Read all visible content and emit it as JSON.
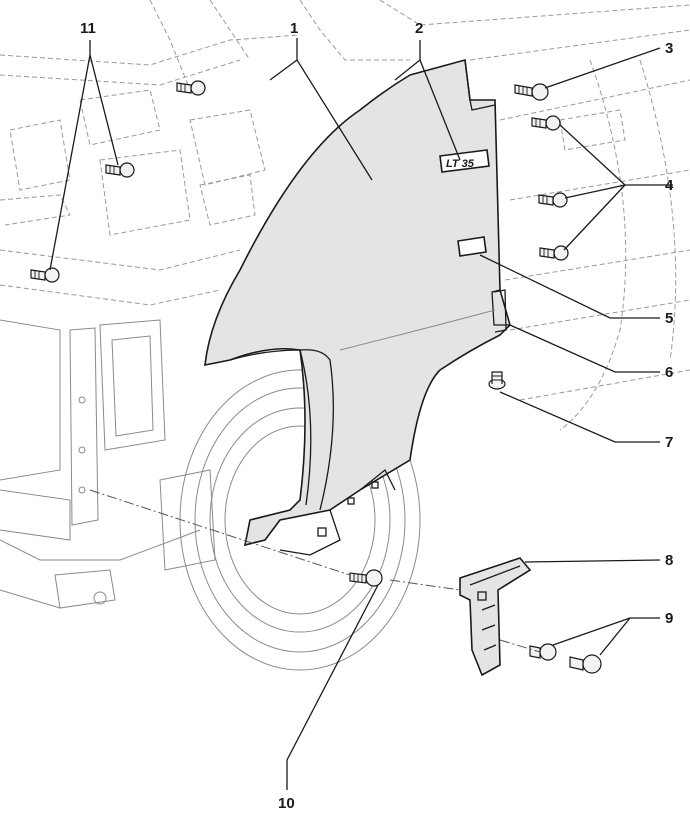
{
  "callouts": {
    "c1": "1",
    "c2": "2",
    "c3": "3",
    "c4": "4",
    "c5": "5",
    "c6": "6",
    "c7": "7",
    "c8": "8",
    "c9": "9",
    "c10": "10",
    "c11": "11"
  },
  "badge": "LT 35",
  "colors": {
    "line": "#1a1a1a",
    "shade": "#e4e4e4",
    "ghost": "#9a9a9a"
  }
}
